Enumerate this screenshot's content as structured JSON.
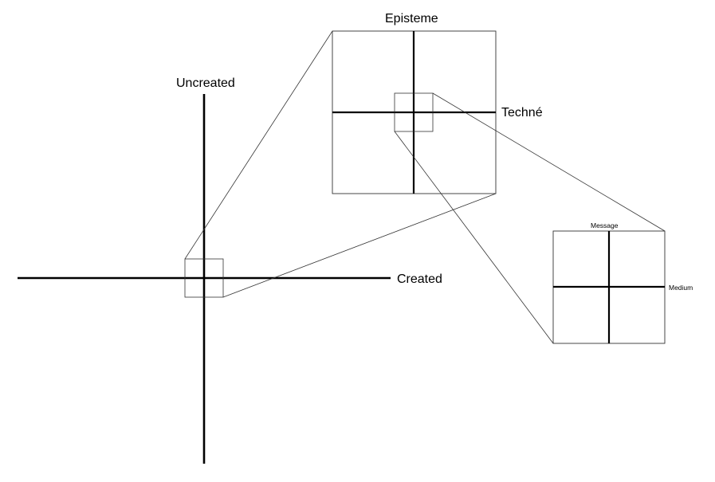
{
  "level_1": {
    "vertical_label": "Uncreated",
    "horizontal_label": "Created"
  },
  "level_2": {
    "vertical_label": "Episteme",
    "horizontal_label": "Techné"
  },
  "level_3": {
    "vertical_label": "Message",
    "horizontal_label": "Medium"
  }
}
